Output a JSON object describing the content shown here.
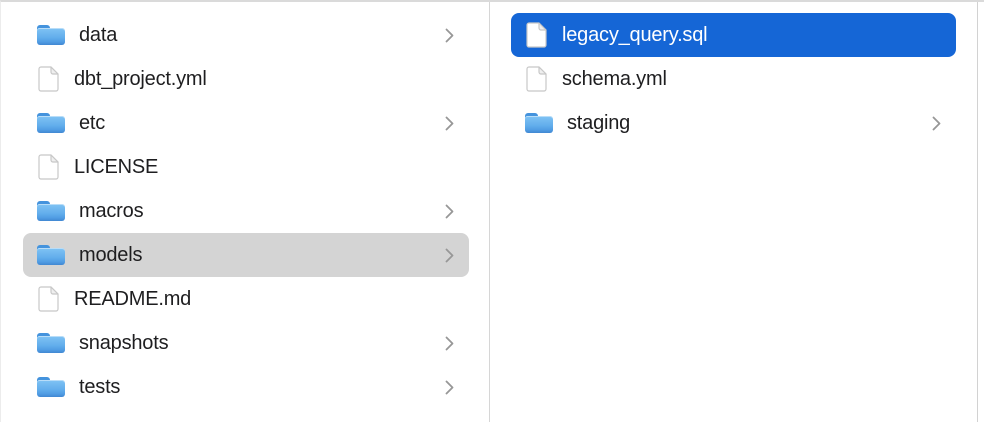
{
  "window": {
    "kind": "finder-column-view"
  },
  "colors": {
    "selection_blue": "#1566d6",
    "selection_gray": "#d4d4d4",
    "text_default": "#1e1e20",
    "text_on_selection": "#ffffff",
    "divider": "#d6d6d6",
    "chevron_gray": "#979797",
    "folder_blue": "#63aeec"
  },
  "icons": {
    "folder": "folder-icon",
    "file": "file-icon",
    "chevron": "chevron-right-icon"
  },
  "columns": [
    {
      "name": "left",
      "items": [
        {
          "label": "data",
          "type": "folder",
          "chevron": true,
          "selected": null
        },
        {
          "label": "dbt_project.yml",
          "type": "file",
          "chevron": false,
          "selected": null
        },
        {
          "label": "etc",
          "type": "folder",
          "chevron": true,
          "selected": null
        },
        {
          "label": "LICENSE",
          "type": "file",
          "chevron": false,
          "selected": null
        },
        {
          "label": "macros",
          "type": "folder",
          "chevron": true,
          "selected": null
        },
        {
          "label": "models",
          "type": "folder",
          "chevron": true,
          "selected": "gray"
        },
        {
          "label": "README.md",
          "type": "file",
          "chevron": false,
          "selected": null
        },
        {
          "label": "snapshots",
          "type": "folder",
          "chevron": true,
          "selected": null
        },
        {
          "label": "tests",
          "type": "folder",
          "chevron": true,
          "selected": null
        }
      ]
    },
    {
      "name": "right",
      "items": [
        {
          "label": "legacy_query.sql",
          "type": "file",
          "chevron": false,
          "selected": "blue"
        },
        {
          "label": "schema.yml",
          "type": "file",
          "chevron": false,
          "selected": null
        },
        {
          "label": "staging",
          "type": "folder",
          "chevron": true,
          "selected": null
        }
      ]
    }
  ]
}
